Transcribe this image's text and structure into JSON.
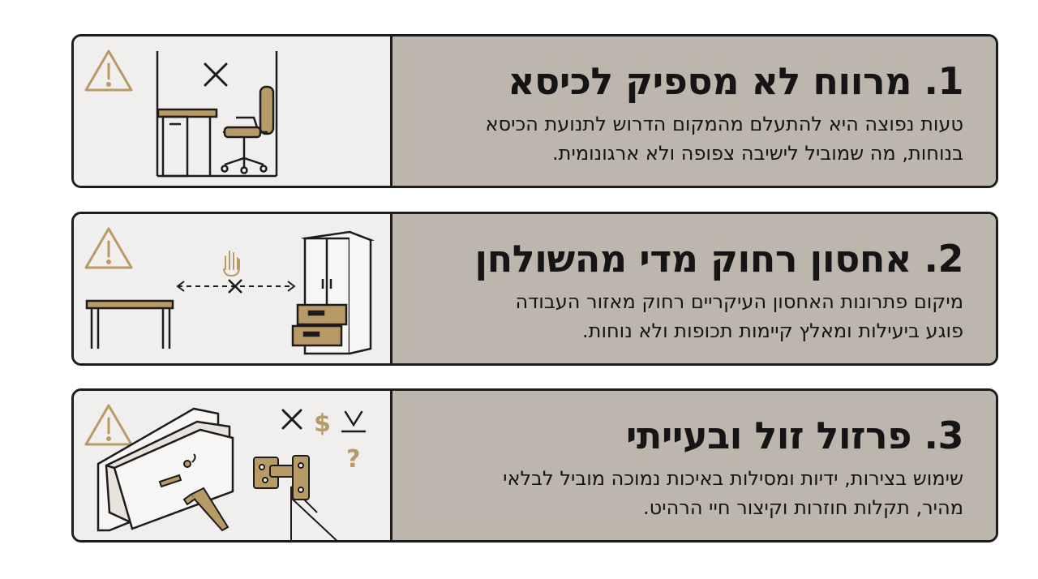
{
  "cards": [
    {
      "title": "1. מרווח לא מספיק לכיסא",
      "desc_line1": "טעות נפוצה היא להתעלם מהמקום הדרוש לתנועת הכיסא",
      "desc_line2": "בנוחות, מה שמוביל לישיבה צפופה ולא ארגונומית.",
      "icons": [
        "warning-icon",
        "x-mark-icon",
        "desk-icon",
        "office-chair-icon"
      ]
    },
    {
      "title": "2. אחסון רחוק מדי מהשולחן",
      "desc_line1": "מיקום פתרונות האחסון העיקריים רחוק מאזור העבודה",
      "desc_line2": "פוגע ביעילות ומאלץ קיימות תכופות ולא נוחות.",
      "icons": [
        "warning-icon",
        "hand-icon",
        "distance-arrow-icon",
        "table-icon",
        "wardrobe-icon"
      ]
    },
    {
      "title": "3. פרזול זול ובעייתי",
      "desc_line1": "שימוש בצירות, ידיות ומסילות באיכות נמוכה מוביל לבלאי",
      "desc_line2": "מהיר, תקלות חוזרות וקיצור חיי הרהיט.",
      "icon_labels": {
        "dollar": "$",
        "question": "?"
      },
      "icons": [
        "warning-icon",
        "drawer-icon",
        "handle-icon",
        "x-mark-icon",
        "dollar-icon",
        "check-icon",
        "question-icon",
        "hinge-icon"
      ]
    }
  ],
  "colors": {
    "accent_gold": "#b89a66",
    "panel_beige": "#bcb6ac",
    "illustration_bg": "#f0efed",
    "border": "#1c1c1c"
  }
}
